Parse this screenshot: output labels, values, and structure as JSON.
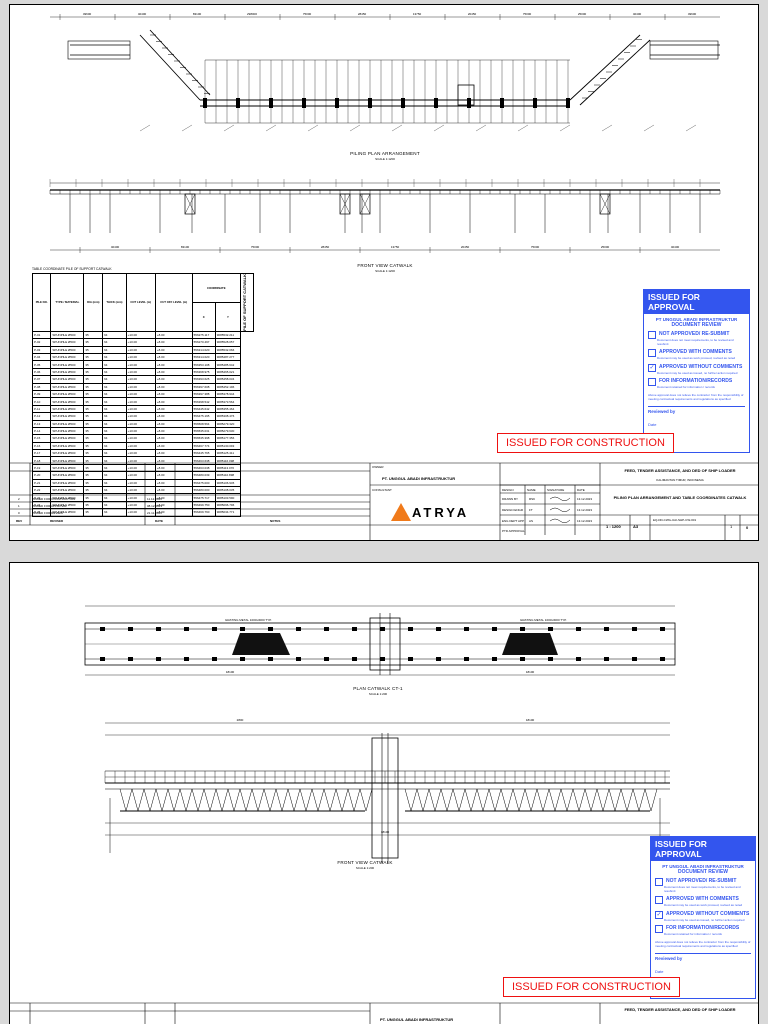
{
  "sheet1": {
    "plan_title": "PILING PLAN ARRANGEMENT",
    "plan_scale": "SCALE 1:1200",
    "front_title": "FRONT VIEW CATWALK",
    "front_scale": "SCALE 1:1200",
    "top_dims": [
      "49600",
      "40400",
      "83100",
      "298000",
      "75000",
      "28450",
      "13750",
      "20450",
      "75000",
      "25000",
      "40400",
      "49600"
    ],
    "bottom_dims": [
      "40400",
      "83100",
      "75000",
      "28450",
      "13750",
      "20450",
      "75000",
      "25000",
      "40400"
    ],
    "table": {
      "title": "TABLE COORDINATE PILE OF SUPPORT CATWALK",
      "headers": [
        "PILE NO.",
        "TYPE / MATERIAL",
        "DIA (mm)",
        "THICK (mm)",
        "COT LEVEL (m)",
        "CUT OFF LEVEL (m)",
        "X",
        "Y"
      ],
      "coordinate_header": "COORDINATE",
      "side_label": "PILE OF SUPPORT CATWALK",
      "rows": [
        [
          "P-01",
          "SPUNPILE Ø500",
          "35",
          "64",
          "+10.00",
          "+8.00",
          "556275.117",
          "9085532.211"
        ],
        [
          "P-02",
          "SPUNPILE Ø500",
          "35",
          "64",
          "+10.00",
          "+8.00",
          "556270.497",
          "9085528.057"
        ],
        [
          "P-03",
          "SPUNPILE Ø500",
          "35",
          "64",
          "+10.00",
          "+8.00",
          "556314.020",
          "9085532.066"
        ],
        [
          "P-04",
          "SPUNPILE Ø500",
          "35",
          "64",
          "+10.00",
          "+8.00",
          "556314.020",
          "9085487.277"
        ],
        [
          "P-05",
          "SPUNPILE Ø500",
          "35",
          "64",
          "+10.00",
          "+8.00",
          "556353.108",
          "9085485.642"
        ],
        [
          "P-06",
          "SPUNPILE Ø500",
          "35",
          "64",
          "+10.00",
          "+8.00",
          "556368.975",
          "9085465.021"
        ],
        [
          "P-07",
          "SPUNPILE Ø500",
          "35",
          "64",
          "+10.00",
          "+8.00",
          "556393.625",
          "9085458.034"
        ],
        [
          "P-08",
          "SPUNPILE Ø500",
          "35",
          "64",
          "+10.00",
          "+8.00",
          "556397.608",
          "9085452.196"
        ],
        [
          "P-09",
          "SPUNPILE Ø500",
          "35",
          "64",
          "+10.00",
          "+8.00",
          "556397.388",
          "9085378.944"
        ],
        [
          "P-10",
          "SPUNPILE Ø500",
          "35",
          "64",
          "+10.00",
          "+8.00",
          "556398.542",
          "9085373.564"
        ],
        [
          "P-11",
          "SPUNPILE Ø500",
          "35",
          "64",
          "+10.00",
          "+8.00",
          "556445.642",
          "9085355.464"
        ],
        [
          "P-12",
          "SPUNPILE Ø500",
          "35",
          "64",
          "+10.00",
          "+8.00",
          "556475.195",
          "9085308.476"
        ],
        [
          "P-13",
          "SPUNPILE Ø500",
          "35",
          "64",
          "+10.00",
          "+8.00",
          "556508.564",
          "9085279.320"
        ],
        [
          "P-14",
          "SPUNPILE Ø500",
          "35",
          "64",
          "+10.00",
          "+8.00",
          "556535.031",
          "9085279.630"
        ],
        [
          "P-15",
          "SPUNPILE Ø500",
          "35",
          "64",
          "+10.00",
          "+8.00",
          "556535.398",
          "9085177.356"
        ],
        [
          "P-16",
          "SPUNPILE Ø500",
          "35",
          "64",
          "+10.00",
          "+8.00",
          "556467.774",
          "9085130.093"
        ],
        [
          "P-17",
          "SPUNPILE Ø500",
          "35",
          "64",
          "+10.00",
          "+8.00",
          "556445.765",
          "9085125.411"
        ],
        [
          "P-18",
          "SPUNPILE Ø500",
          "35",
          "64",
          "+10.00",
          "+8.00",
          "556463.638",
          "9085116.098"
        ],
        [
          "P-19",
          "SPUNPILE Ø500",
          "35",
          "64",
          "+10.00",
          "+8.00",
          "556463.038",
          "9085113.070"
        ],
        [
          "P-20",
          "SPUNPILE Ø500",
          "35",
          "64",
          "+10.00",
          "+8.00",
          "556480.039",
          "9085110.898"
        ],
        [
          "P-21",
          "SPUNPILE Ø500",
          "35",
          "64",
          "+10.00",
          "+8.00",
          "556475.000",
          "9085106.945"
        ],
        [
          "P-22",
          "SPUNPILE Ø500",
          "35",
          "64",
          "+10.00",
          "+8.00",
          "556480.000",
          "9085108.035"
        ],
        [
          "P-23",
          "SPUNPILE Ø500",
          "35",
          "64",
          "+10.00",
          "+8.00",
          "556475.717",
          "9085103.590"
        ],
        [
          "P-24",
          "SPUNPILE Ø500",
          "35",
          "64",
          "+10.00",
          "+8.00",
          "556499.750",
          "9085096.796"
        ],
        [
          "P-25",
          "SPUNPILE Ø500",
          "35",
          "64",
          "+10.00",
          "+8.00",
          "556469.760",
          "9085034.771"
        ]
      ]
    },
    "approval": {
      "header": "ISSUED FOR APPROVAL",
      "org": "PT UNGGUL ABADI INFRASTRUKTUR",
      "sub": "DOCUMENT REVIEW",
      "options": [
        {
          "label": "NOT APPROVED/ RE-SUBMIT",
          "checked": "",
          "note": "Document does not meet requirements, to be revised and resubmit"
        },
        {
          "label": "APPROVED WITH COMMENTS",
          "checked": "",
          "note": "Document may be used as work proceed, revised as noted"
        },
        {
          "label": "APPROVED WITHOUT COMMENTS",
          "checked": "✓",
          "note": "Document may be used as issued, no further action required"
        },
        {
          "label": "FOR INFORMATION/RECORDS",
          "checked": "",
          "note": "Document retained for information / records"
        }
      ],
      "disclaimer": "Above approval does not relieve the contractor from the responsibility of meeting contractual requirements and regulations as specified",
      "reviewed_by": "Reviewed by",
      "date_label": "Date"
    },
    "construction_stamp": "ISSUED FOR CONSTRUCTION",
    "title_block": {
      "owner_label": "OWNER",
      "owner": "PT. UNGGUL ABADI INFRASTRUKTUR",
      "consultant_label": "CONSULTANT",
      "company": "ATRYA",
      "project_title": "FEED, TENDER ASSISTANCE, AND DED OF SHIP LOADER",
      "project_sub": "KALIMANTAN TIMUR, INDONESIA",
      "drawing_title": "PILING PLAN ARRANGEMENT AND TABLE COORDINATES CATWALK",
      "scale": "1 : 1200",
      "size": "A3",
      "sheet": "1",
      "rev": "0",
      "drawing_no": "EQ-DD-CWG-UAI-SHP-CW-001",
      "col_heads": [
        "DESIGN",
        "NAME",
        "SIGNATURE",
        "DATE"
      ],
      "signoff": [
        [
          "DRAWN BY",
          "RSK",
          "13.12.2023"
        ],
        [
          "DESIGN ENGR",
          "FT",
          "13.12.2023"
        ],
        [
          "ENG DEPT APP",
          "AS",
          "13.12.2023"
        ]
      ],
      "revisions": [
        [
          "2",
          "ISSUED FOR CONSTRUCTION",
          "11.12.2023"
        ],
        [
          "1",
          "ISSUED FOR APPROVAL",
          "08.12.2023"
        ],
        [
          "0",
          "ISSUED FOR REVIEW",
          "21.11.2023"
        ]
      ],
      "rev_heads": [
        "REV",
        "REVISED",
        "DATE",
        "NOTES"
      ],
      "footer_left": "PTD APPROVAL"
    }
  },
  "sheet2": {
    "plan_title": "PLAN CATWALK CT-1",
    "plan_scale": "SCALE 1:200",
    "front_title": "FRONT VIEW CATWALK",
    "front_scale": "SCALE 1:200",
    "grating_label": "GRATING METAL 1000x3000 TYP.",
    "dims": [
      "18100",
      "18100",
      "2800",
      "18100",
      "18100"
    ],
    "approval": {
      "header": "ISSUED FOR APPROVAL",
      "org": "PT UNGGUL ABADI INFRASTRUKTUR",
      "sub": "DOCUMENT REVIEW",
      "options": [
        {
          "label": "NOT APPROVED/ RE-SUBMIT",
          "checked": "",
          "note": "Document does not meet requirements, to be revised and resubmit"
        },
        {
          "label": "APPROVED WITH COMMENTS",
          "checked": "",
          "note": "Document may be used as work proceed, revised as noted"
        },
        {
          "label": "APPROVED WITHOUT COMMENTS",
          "checked": "✓",
          "note": "Document may be used as issued, no further action required"
        },
        {
          "label": "FOR INFORMATION/RECORDS",
          "checked": "",
          "note": "Document retained for information / records"
        }
      ],
      "disclaimer": "Above approval does not relieve the contractor from the responsibility of meeting contractual requirements and regulations as specified",
      "reviewed_by": "Reviewed by",
      "date_label": "Date"
    },
    "construction_stamp": "ISSUED FOR CONSTRUCTION",
    "title_block": {
      "owner": "PT. UNGGUL ABADI INFRASTRUKTUR",
      "project_title": "FEED, TENDER ASSISTANCE, AND DED OF SHIP LOADER"
    }
  }
}
